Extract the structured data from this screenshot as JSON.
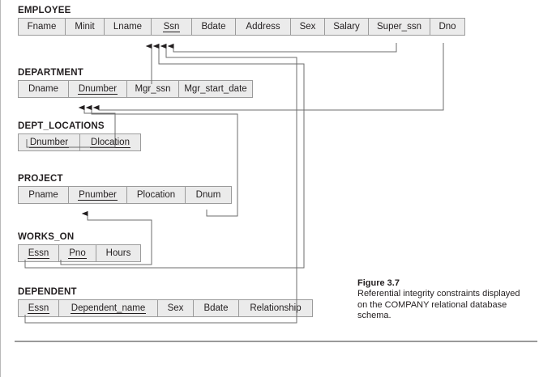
{
  "figure": {
    "title": "Figure 3.7",
    "caption": "Referential integrity constraints displayed on the COMPANY relational database schema."
  },
  "relations": [
    {
      "name": "EMPLOYEE",
      "attributes": [
        {
          "label": "Fname",
          "pk": false,
          "width": 58
        },
        {
          "label": "Minit",
          "pk": false,
          "width": 48
        },
        {
          "label": "Lname",
          "pk": false,
          "width": 58
        },
        {
          "label": "Ssn",
          "pk": true,
          "width": 50
        },
        {
          "label": "Bdate",
          "pk": false,
          "width": 54
        },
        {
          "label": "Address",
          "pk": false,
          "width": 68
        },
        {
          "label": "Sex",
          "pk": false,
          "width": 42
        },
        {
          "label": "Salary",
          "pk": false,
          "width": 54
        },
        {
          "label": "Super_ssn",
          "pk": false,
          "width": 76
        },
        {
          "label": "Dno",
          "pk": false,
          "width": 44
        }
      ]
    },
    {
      "name": "DEPARTMENT",
      "attributes": [
        {
          "label": "Dname",
          "pk": false,
          "width": 62
        },
        {
          "label": "Dnumber",
          "pk": true,
          "width": 72
        },
        {
          "label": "Mgr_ssn",
          "pk": false,
          "width": 64
        },
        {
          "label": "Mgr_start_date",
          "pk": false,
          "width": 92
        }
      ]
    },
    {
      "name": "DEPT_LOCATIONS",
      "attributes": [
        {
          "label": "Dnumber",
          "pk": true,
          "width": 76
        },
        {
          "label": "Dlocation",
          "pk": true,
          "width": 76
        }
      ]
    },
    {
      "name": "PROJECT",
      "attributes": [
        {
          "label": "Pname",
          "pk": false,
          "width": 62
        },
        {
          "label": "Pnumber",
          "pk": true,
          "width": 72
        },
        {
          "label": "Plocation",
          "pk": false,
          "width": 72
        },
        {
          "label": "Dnum",
          "pk": false,
          "width": 58
        }
      ]
    },
    {
      "name": "WORKS_ON",
      "attributes": [
        {
          "label": "Essn",
          "pk": true,
          "width": 50
        },
        {
          "label": "Pno",
          "pk": true,
          "width": 46
        },
        {
          "label": "Hours",
          "pk": false,
          "width": 56
        }
      ]
    },
    {
      "name": "DEPENDENT",
      "attributes": [
        {
          "label": "Essn",
          "pk": true,
          "width": 50
        },
        {
          "label": "Dependent_name",
          "pk": true,
          "width": 122
        },
        {
          "label": "Sex",
          "pk": false,
          "width": 44
        },
        {
          "label": "Bdate",
          "pk": false,
          "width": 56
        },
        {
          "label": "Relationship",
          "pk": false,
          "width": 92
        }
      ]
    }
  ],
  "foreign_keys": [
    {
      "from": "DEPARTMENT.Mgr_ssn",
      "to": "EMPLOYEE.Ssn"
    },
    {
      "from": "WORKS_ON.Essn",
      "to": "EMPLOYEE.Ssn"
    },
    {
      "from": "DEPENDENT.Essn",
      "to": "EMPLOYEE.Ssn"
    },
    {
      "from": "EMPLOYEE.Super_ssn",
      "to": "EMPLOYEE.Ssn"
    },
    {
      "from": "DEPT_LOCATIONS.Dnumber",
      "to": "DEPARTMENT.Dnumber"
    },
    {
      "from": "PROJECT.Dnum",
      "to": "DEPARTMENT.Dnumber"
    },
    {
      "from": "EMPLOYEE.Dno",
      "to": "DEPARTMENT.Dnumber"
    },
    {
      "from": "WORKS_ON.Pno",
      "to": "PROJECT.Pnumber"
    }
  ],
  "colors": {
    "cell_fill": "#ebebeb",
    "cell_border": "#9b9b9b",
    "text": "#231f20",
    "link_line": "#6e6e6e",
    "arrow_head": "#231f20"
  }
}
